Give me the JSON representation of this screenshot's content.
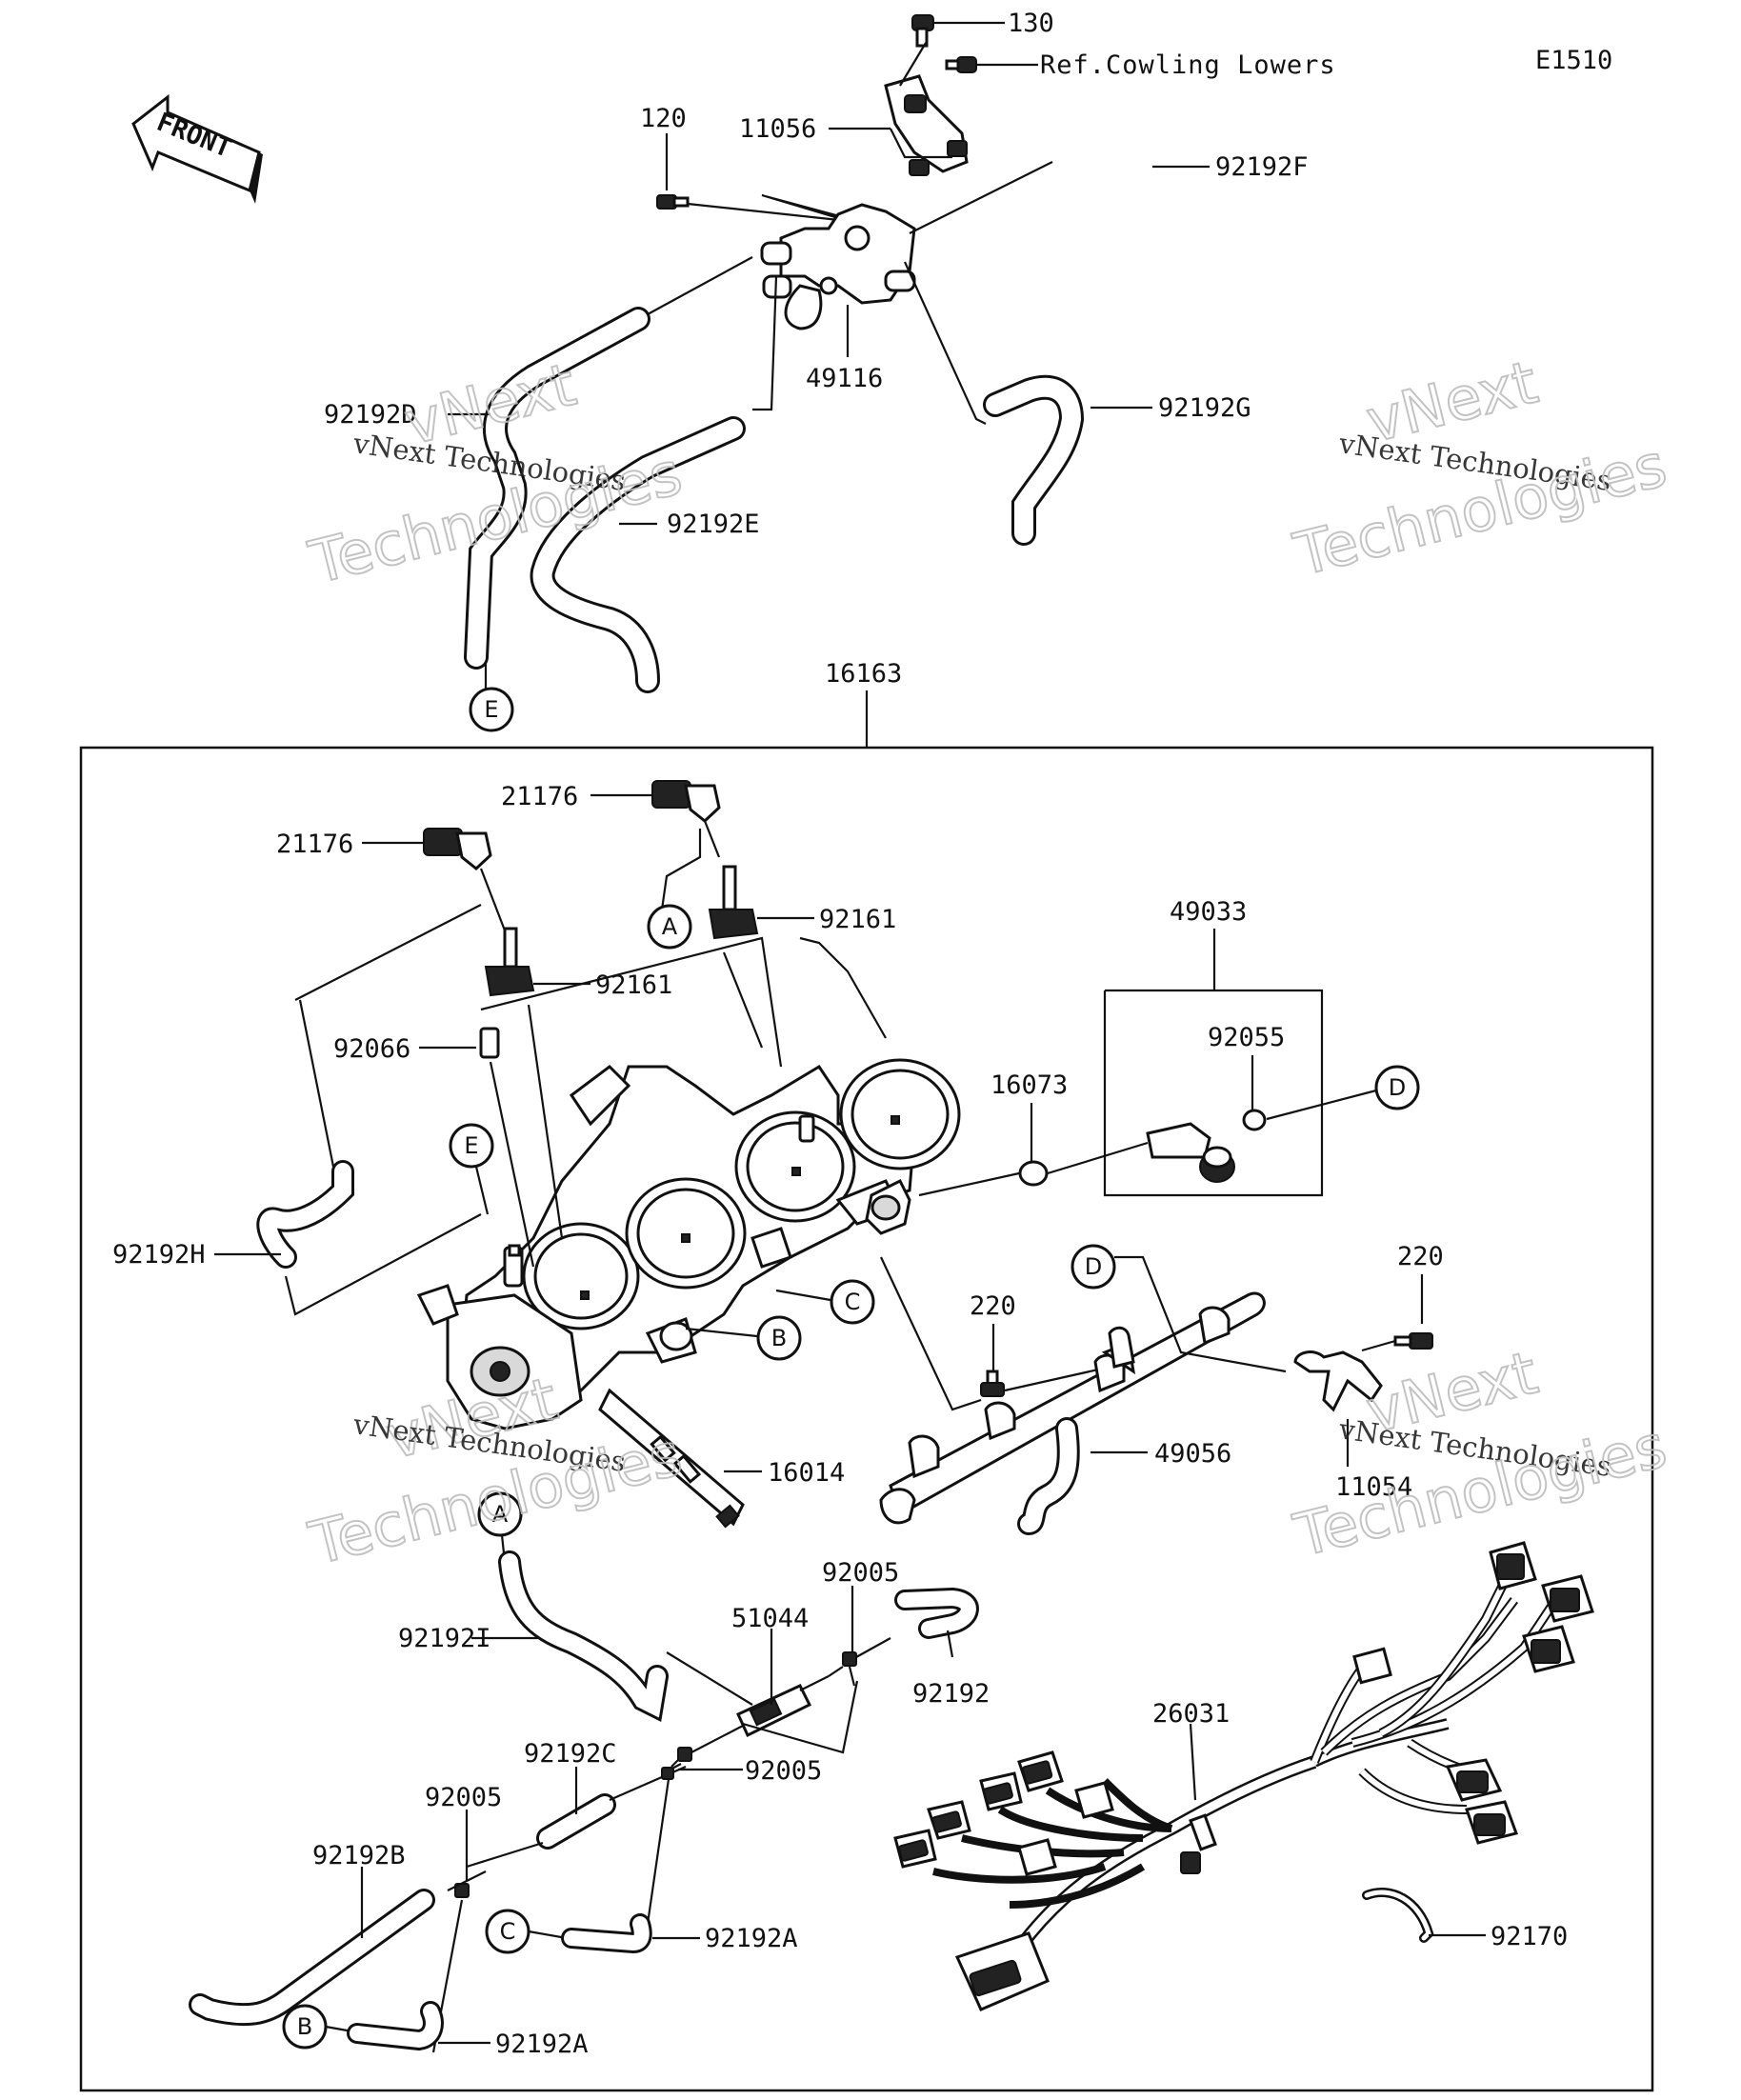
{
  "diagram_code": "E1510",
  "front_arrow": "FRONT",
  "watermark": {
    "line1": "vNext Technologies",
    "line2": "vNext",
    "line3": "Technologies"
  },
  "callouts": {
    "c130": "130",
    "ref_cowling": "Ref.Cowling Lowers",
    "c11056": "11056",
    "c120": "120",
    "c92192F": "92192F",
    "c49116": "49116",
    "c92192D": "92192D",
    "c92192G": "92192G",
    "c92192E": "92192E",
    "c16163": "16163",
    "c21176_top": "21176",
    "c21176_left": "21176",
    "c92161_right": "92161",
    "c92161_left": "92161",
    "c49033": "49033",
    "c92066": "92066",
    "c92055": "92055",
    "c16073": "16073",
    "c92192H": "92192H",
    "c220_left": "220",
    "c220_right": "220",
    "c16014": "16014",
    "c49056": "49056",
    "c11054": "11054",
    "c92192I": "92192I",
    "c92005_top": "92005",
    "c51044": "51044",
    "c92192": "92192",
    "c92192C": "92192C",
    "c92005_mid": "92005",
    "c26031": "26031",
    "c92005_left": "92005",
    "c92192B": "92192B",
    "c92192A_right": "92192A",
    "c92170": "92170",
    "c92192A_bottom": "92192A"
  },
  "connectors": {
    "A": "A",
    "B": "B",
    "C": "C",
    "D": "D",
    "E": "E"
  }
}
